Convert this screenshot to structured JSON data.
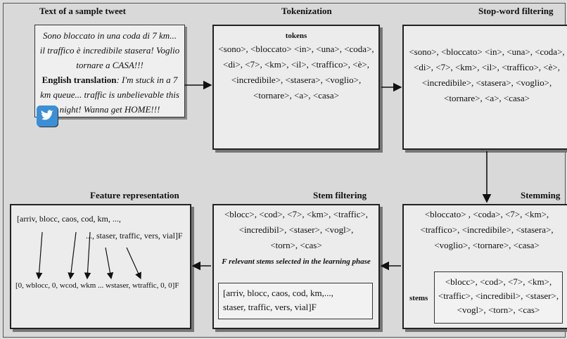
{
  "headings": {
    "tweet": "Text of a sample tweet",
    "tokenization": "Tokenization",
    "stopword": "Stop-word filtering",
    "stemming": "Stemming",
    "stem_filtering": "Stem filtering",
    "feature": "Feature representation"
  },
  "tweet": {
    "italian": "Sono bloccato in una coda di 7 km... il traffico è incredibile stasera! Voglio tornare a CASA!!!",
    "translation_label": "English translation",
    "translation": ": I'm stuck in a 7 km queue... traffic is unbelievable this night! Wanna get HOME!!!"
  },
  "tokenization": {
    "label": "tokens",
    "lines": [
      "<sono>, <bloccato> <in>, <una>, <coda>,",
      "<di>, <7>, <km>, <il>, <traffico>, <è>,",
      "<incredibile>, <stasera>, <voglio>,",
      "<tornare>, <a>, <casa>"
    ]
  },
  "stopword": {
    "lines": [
      "<sono>, <bloccato> <in>, <una>, <coda>,",
      "<di>, <7>, <km>, <il>, <traffico>, <è>,",
      "<incredibile>, <stasera>, <voglio>,",
      "<tornare>, <a>, <casa>"
    ]
  },
  "stemming": {
    "lines": [
      "<bloccato> , <coda>, <7>, <km>,",
      "<traffico>, <incredibile>, <stasera>,",
      "<voglio>, <tornare>, <casa>"
    ],
    "stems_label": "stems",
    "stems": [
      "<blocc>, <cod>, <7>, <km>,",
      "<traffic>, <incredibil>, <staser>,",
      "<vogl>, <torn>, <cas>"
    ]
  },
  "stem_filtering": {
    "lines": [
      "<blocc>, <cod>, <7>, <km>, <traffic>,",
      "<incredibil>, <staser>, <vogl>,",
      "<torn>, <cas>"
    ],
    "selected_label": "F relevant stems selected in the learning phase",
    "selected": [
      "[arriv, blocc, caos, cod, km,...,",
      "staser, traffic, vers, vial]F"
    ]
  },
  "feature": {
    "top": "[arriv, blocc, caos, cod, km, ...,",
    "top2": "..., staser, traffic, vers, vial]F",
    "bottom": "[0, wblocc, 0, wcod, wkm ... wstaser, wtraffic, 0, 0]F"
  }
}
